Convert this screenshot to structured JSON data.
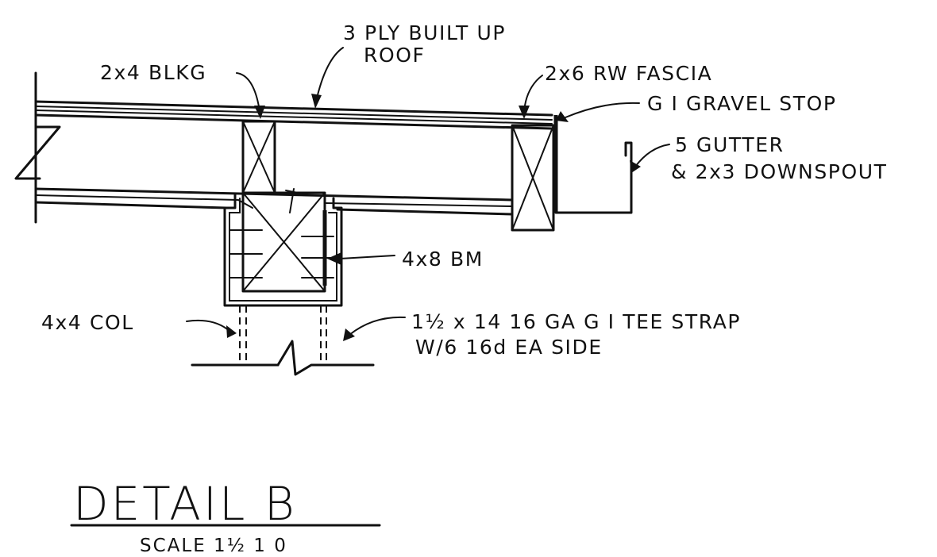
{
  "diagram": {
    "labels": {
      "roof": "3 PLY BUILT UP",
      "roof_line2": "ROOF",
      "blocking": "2x4 BLKG",
      "fascia": "2x6 RW FASCIA",
      "gravel_stop": "G I GRAVEL STOP",
      "gutter": "5 GUTTER",
      "gutter_line2": "& 2x3 DOWNSPOUT",
      "beam": "4x8 BM",
      "column": "4x4 COL",
      "strap": "1½ x 14  16 GA G I  TEE STRAP",
      "strap_line2": "W/6  16d EA SIDE"
    },
    "title": "DETAIL  B",
    "scale": "SCALE  1½  1  0"
  }
}
